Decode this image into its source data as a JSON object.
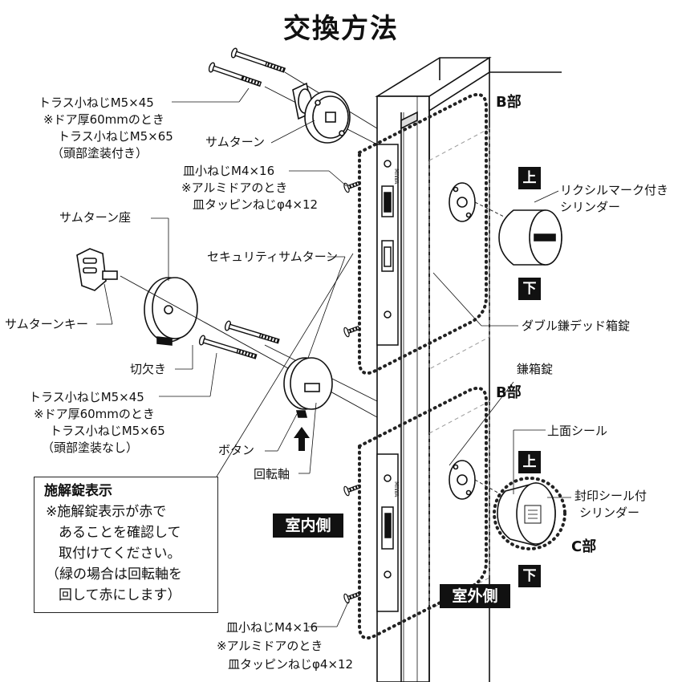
{
  "title": "交換方法",
  "labels": {
    "truss_top_1": "トラス小ねじM5×45",
    "truss_top_2": "※ドア厚60mmのとき",
    "truss_top_3": "トラス小ねじM5×65",
    "truss_top_4": "（頭部塗装付き）",
    "thumbturn": "サムターン",
    "flat_top_1": "皿小ねじM4×16",
    "flat_top_2": "※アルミドアのとき",
    "flat_top_3": "皿タッピンねじφ4×12",
    "thumbturn_base": "サムターン座",
    "security_thumbturn": "セキュリティサムターン",
    "thumbturn_key": "サムターンキー",
    "notch": "切欠き",
    "truss_mid_1": "トラス小ねじM5×45",
    "truss_mid_2": "※ドア厚60mmのとき",
    "truss_mid_3": "トラス小ねじM5×65",
    "truss_mid_4": "（頭部塗装なし）",
    "button": "ボタン",
    "rotation_shaft": "回転軸",
    "b_part_top": "B部",
    "lixil_cylinder_1": "リクシルマーク付き",
    "lixil_cylinder_2": "シリンダー",
    "double_deadlock": "ダブル鎌デッド箱錠",
    "box_lock": "鎌箱錠",
    "b_part_bottom": "B部",
    "top_seal": "上面シール",
    "sealed_cylinder_1": "封印シール付",
    "sealed_cylinder_2": "シリンダー",
    "c_part": "C部",
    "flat_bot_1": "皿小ねじM4×16",
    "flat_bot_2": "※アルミドアのとき",
    "flat_bot_3": "皿タッピンねじφ4×12",
    "up_top": "上",
    "down_top": "下",
    "up_bottom": "上",
    "down_bottom": "下",
    "indoor": "室内側",
    "outdoor": "室外側",
    "brand_top": "MIWA",
    "brand_bottom": "MIWA"
  },
  "note": {
    "heading": "施解錠表示",
    "line1": "※施解錠表示が赤で",
    "line2": "あることを確認して",
    "line3": "取付けてください。",
    "line4": "（緑の場合は回転軸を",
    "line5": "回して赤にします）"
  },
  "colors": {
    "ink": "#111111",
    "background": "#ffffff",
    "dash": "#222222"
  }
}
